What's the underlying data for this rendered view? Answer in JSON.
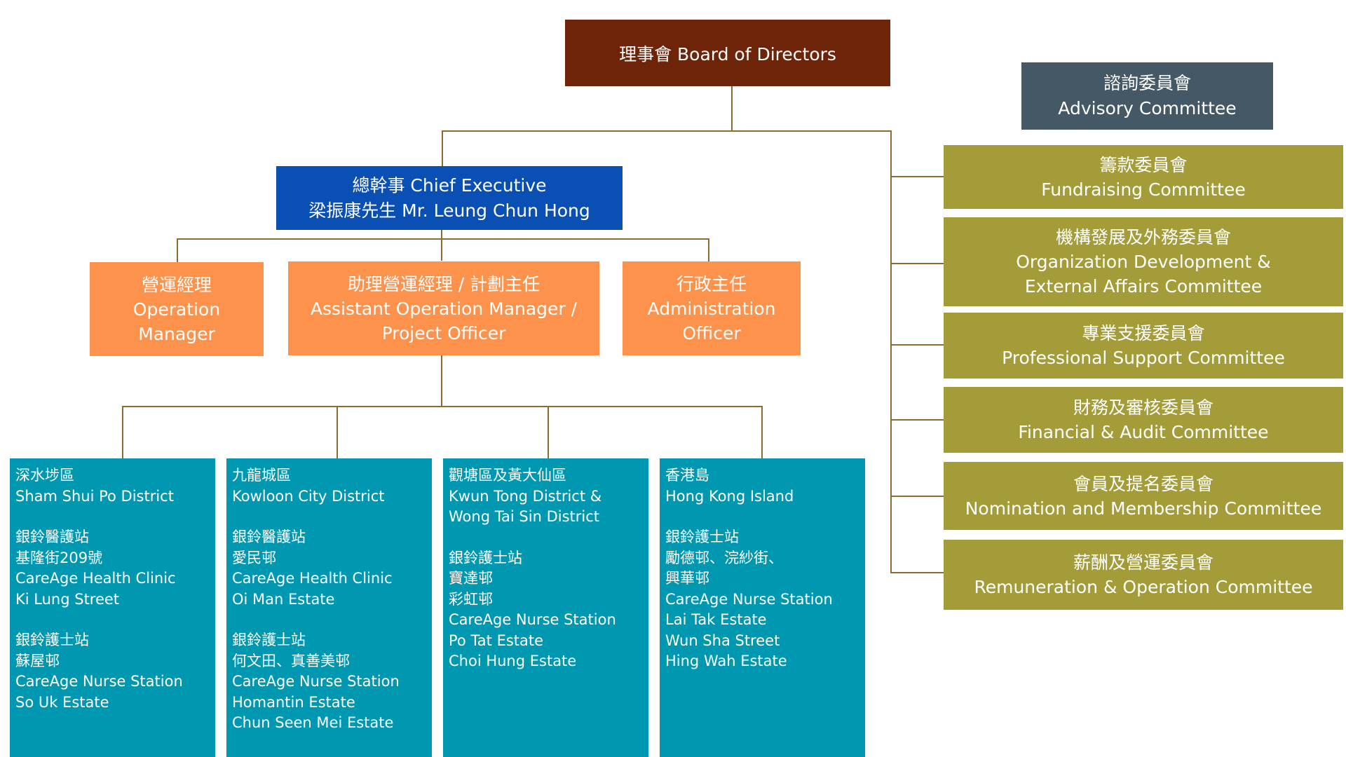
{
  "board": {
    "label": "理事會 Board of Directors"
  },
  "advisory": {
    "zh": "諮詢委員會",
    "en": "Advisory Committee"
  },
  "chief_executive": {
    "line1": "總幹事 Chief Executive",
    "line2": "梁振康先生 Mr. Leung Chun Hong"
  },
  "officers": [
    {
      "zh": "營運經理",
      "en1": "Operation",
      "en2": "Manager"
    },
    {
      "zh": "助理營運經理 / 計劃主任",
      "en1": "Assistant Operation Manager /",
      "en2": "Project Officer"
    },
    {
      "zh": "行政主任",
      "en1": "Administration",
      "en2": "Officer"
    }
  ],
  "committees": [
    {
      "zh": "籌款委員會",
      "en1": "Fundraising Committee"
    },
    {
      "zh": "機構發展及外務委員會",
      "en1": "Organization Development &",
      "en2": "External Affairs Committee"
    },
    {
      "zh": "專業支援委員會",
      "en1": "Professional Support Committee"
    },
    {
      "zh": "財務及審核委員會",
      "en1": "Financial & Audit Committee"
    },
    {
      "zh": "會員及提名委員會",
      "en1": "Nomination and Membership Committee"
    },
    {
      "zh": "薪酬及營運委員會",
      "en1": "Remuneration & Operation Committee"
    }
  ],
  "districts": [
    {
      "lines": [
        "深水埗區",
        "Sham Shui Po District",
        "",
        "銀鈴醫護站",
        "基隆街209號",
        "CareAge Health Clinic",
        "Ki Lung Street",
        "",
        "銀鈴護士站",
        "蘇屋邨",
        "CareAge Nurse Station",
        "So Uk Estate"
      ]
    },
    {
      "lines": [
        "九龍城區",
        "Kowloon City District",
        "",
        "銀鈴醫護站",
        "愛民邨",
        "CareAge Health Clinic",
        "Oi Man Estate",
        "",
        "銀鈴護士站",
        "何文田、真善美邨",
        "CareAge Nurse Station",
        "Homantin Estate",
        "Chun Seen Mei Estate"
      ]
    },
    {
      "lines": [
        "觀塘區及黃大仙區",
        "Kwun Tong District &",
        "Wong Tai Sin District",
        "",
        "銀鈴護士站",
        "寶達邨",
        "彩虹邨",
        "CareAge Nurse Station",
        "Po Tat Estate",
        "Choi Hung Estate"
      ]
    },
    {
      "lines": [
        "香港島",
        "Hong Kong Island",
        "",
        "銀鈴護士站",
        "勵德邨、浣紗街、",
        "興華邨",
        "CareAge Nurse Station",
        "Lai Tak Estate",
        "Wun Sha Street",
        "Hing Wah Estate"
      ]
    }
  ],
  "colors": {
    "board": "#6e2409",
    "advisory": "#445866",
    "chief_executive": "#0a4fb4",
    "officers": "#fc924c",
    "committees": "#a39c38",
    "districts": "#0097b1",
    "connectors": "#8d6b33"
  }
}
